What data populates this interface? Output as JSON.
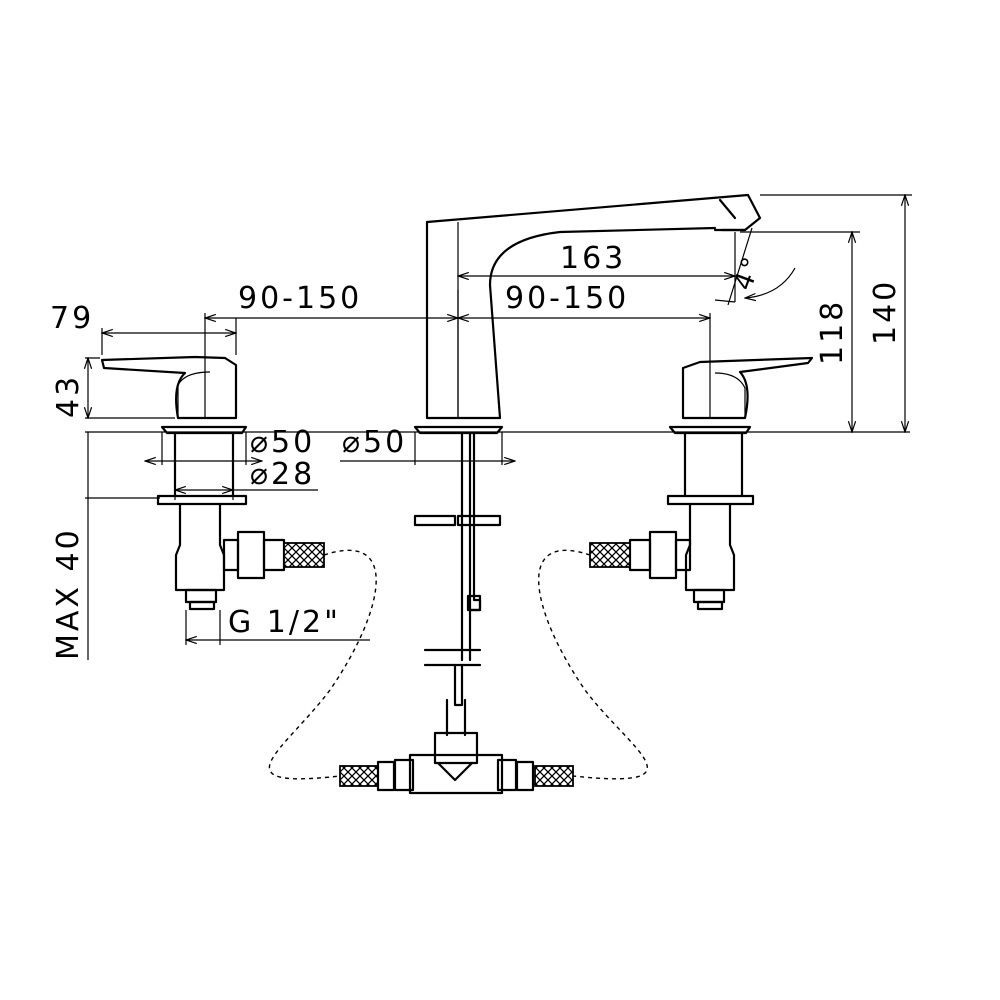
{
  "dimensions": {
    "handle_width": "79",
    "handle_height": "43",
    "spout_distance_left": "90-150",
    "spout_distance_right": "90-150",
    "spout_reach": "163",
    "spout_angle": "4°",
    "spout_height": "118",
    "total_height": "140",
    "base_diameter_left": "⌀50",
    "base_diameter_center": "⌀50",
    "shank_diameter": "⌀28",
    "max_deck_thickness": "MAX 40",
    "thread_size": "G 1/2\""
  }
}
